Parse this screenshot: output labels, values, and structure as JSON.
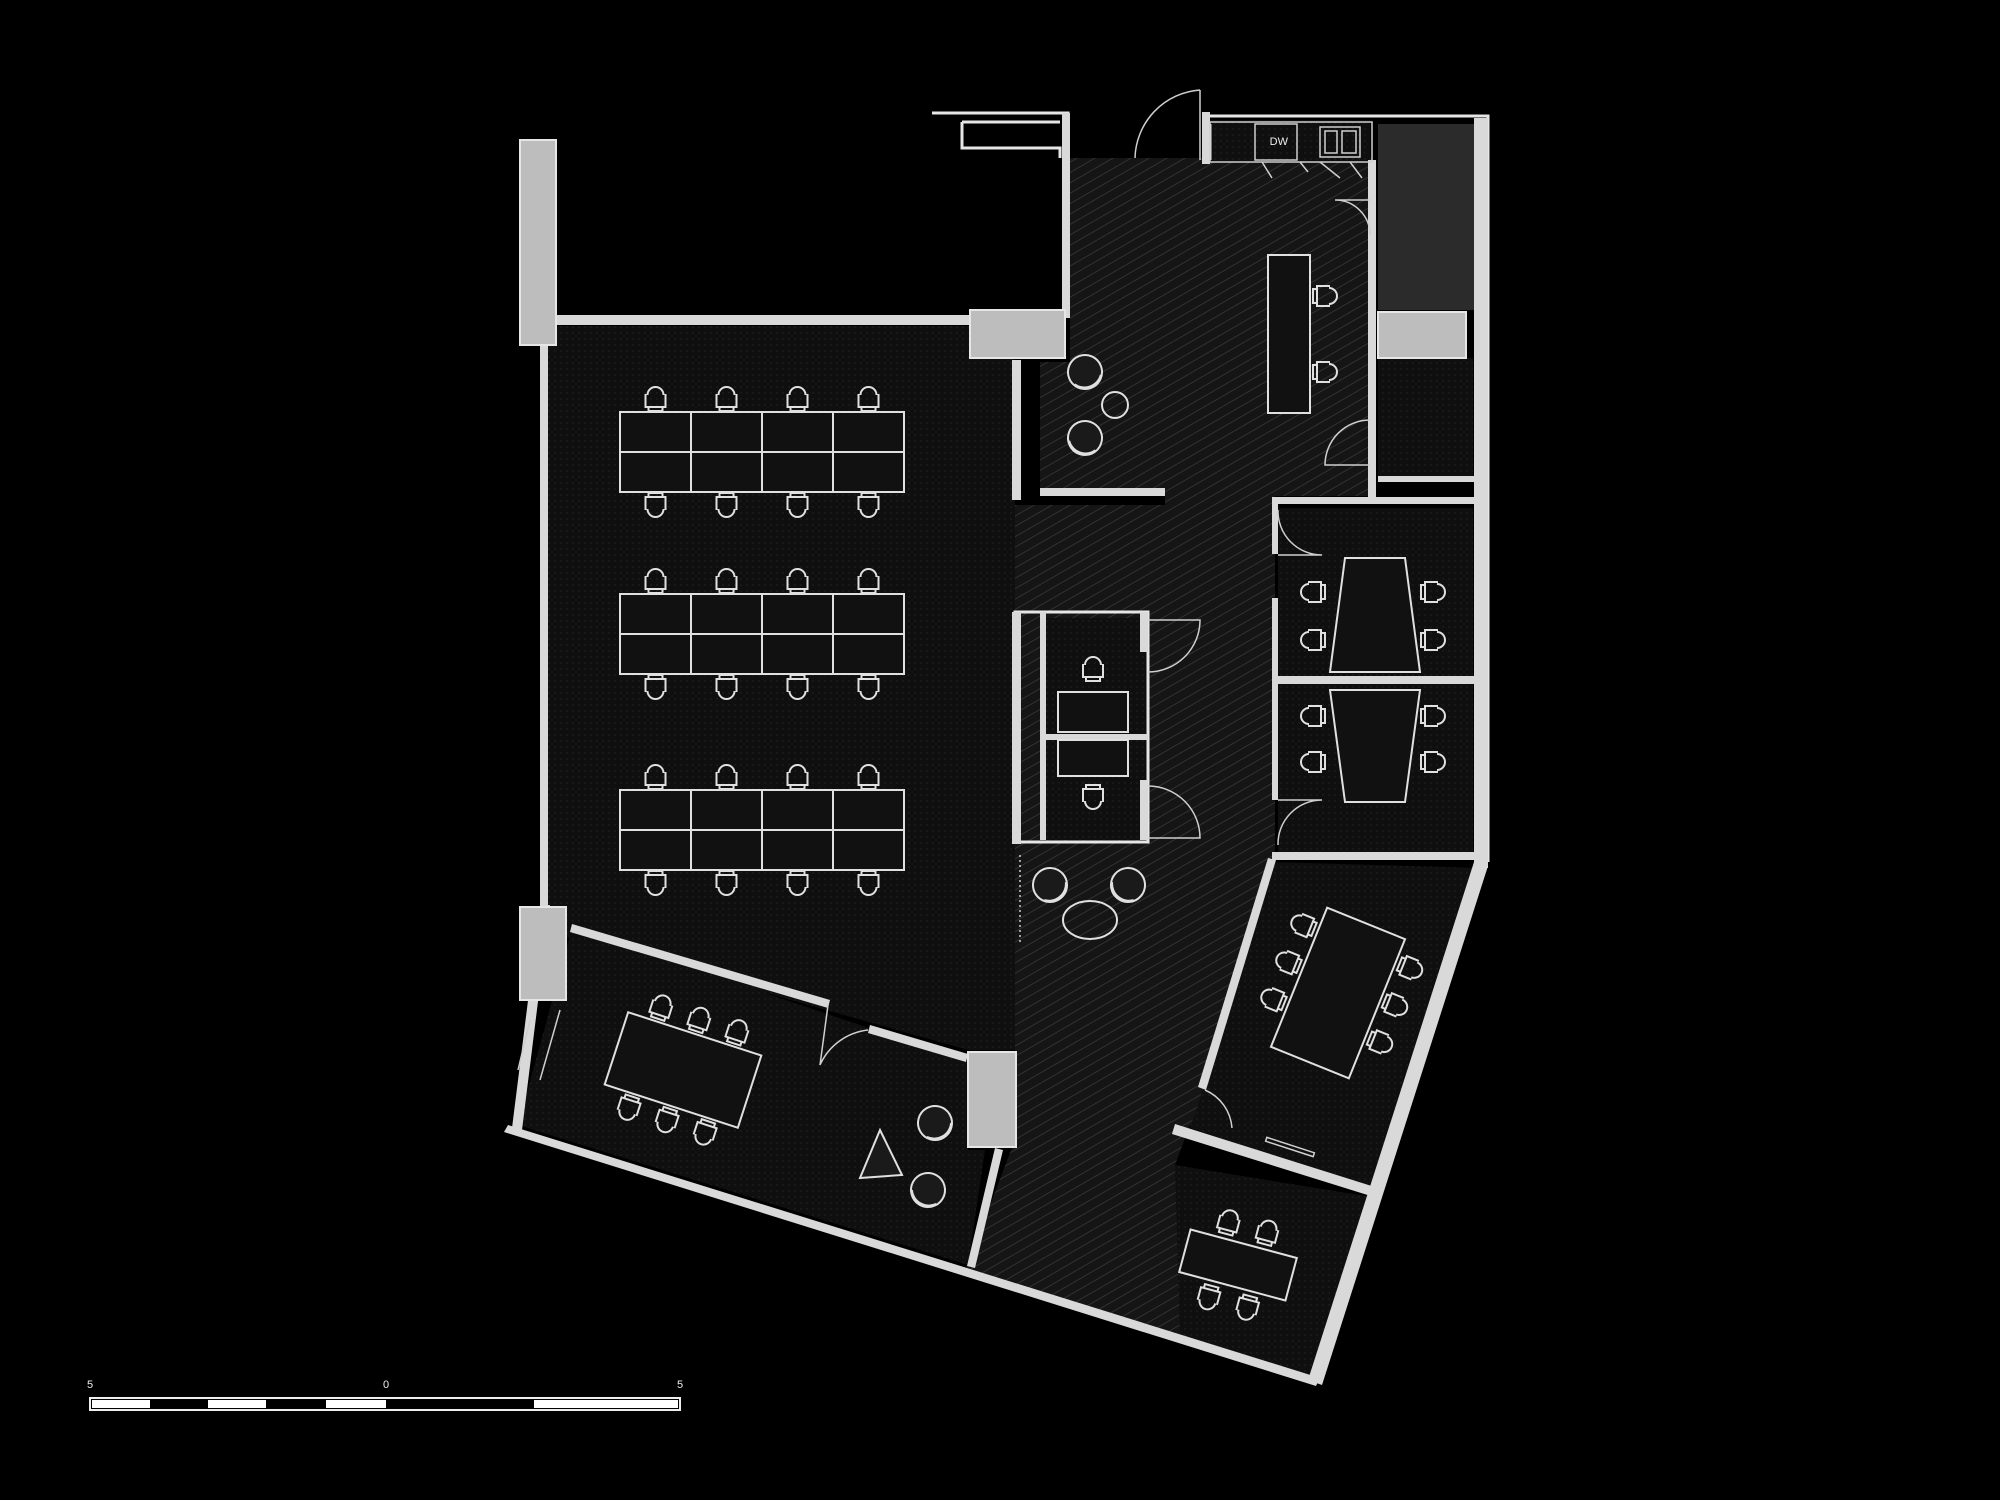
{
  "labels": {
    "appliance": "DW"
  },
  "scale_bar": {
    "ticks": [
      "5",
      "0",
      "5"
    ]
  },
  "colors": {
    "background": "#000000",
    "walls": "#d9d9d9",
    "floor": "#111111",
    "corridor": "#1e1e1e",
    "columns": "#bdbdbd",
    "storage": "#2b2b2b"
  }
}
